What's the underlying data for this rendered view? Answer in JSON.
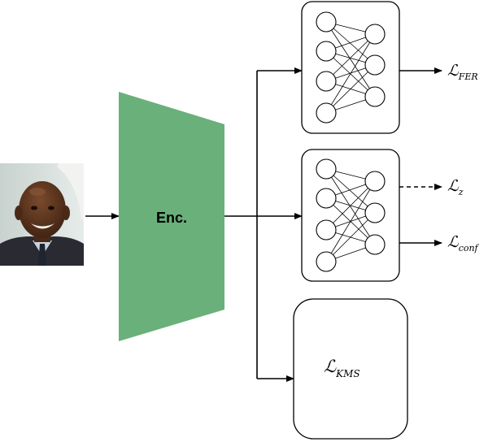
{
  "encoder": {
    "label": "Enc.",
    "color": "#6ab07a"
  },
  "heads": {
    "fer": {
      "loss_symbol": "ℒ",
      "loss_sub": "FER"
    },
    "second": {
      "loss_z_symbol": "ℒ",
      "loss_z_sub": "z",
      "loss_conf_symbol": "ℒ",
      "loss_conf_sub": "conf"
    },
    "kms": {
      "loss_symbol": "ℒ",
      "loss_sub": "KMS"
    }
  },
  "input_image": {
    "description_icon": "face-photo"
  }
}
